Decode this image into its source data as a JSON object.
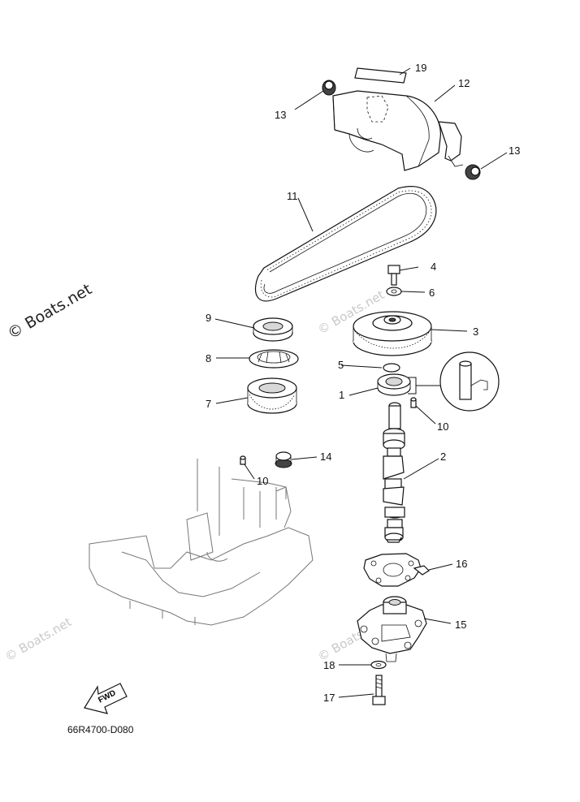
{
  "watermark": {
    "main": "© Boats.net",
    "faint": "© Boats.net"
  },
  "diagram_code": "66R4700-D080",
  "fwd_label": "FWD",
  "callouts": {
    "c1": "1",
    "c2": "2",
    "c3": "3",
    "c4": "4",
    "c5": "5",
    "c6": "6",
    "c7": "7",
    "c8": "8",
    "c9": "9",
    "c10a": "10",
    "c10b": "10",
    "c11": "11",
    "c12": "12",
    "c13a": "13",
    "c13b": "13",
    "c14": "14",
    "c15": "15",
    "c16": "16",
    "c17": "17",
    "c18": "18",
    "c19": "19"
  }
}
